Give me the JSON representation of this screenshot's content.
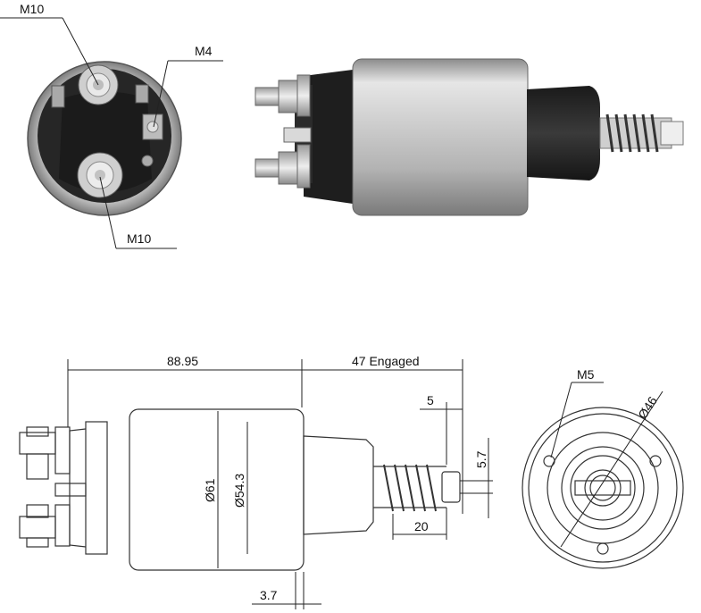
{
  "photo_labels": {
    "top_terminal": "M10",
    "small_terminal": "M4",
    "bottom_terminal": "M10"
  },
  "dimensions": {
    "overall_length": "88.95",
    "engaged_travel": "47 Engaged",
    "body_diameter": "Ø61",
    "inner_diameter": "Ø54.3",
    "plunger_step": "5",
    "plunger_diameter": "5.7",
    "spring_length": "20",
    "flange_thickness": "3.7"
  },
  "end_view": {
    "hole_label": "M5",
    "bolt_circle": "Ø46"
  },
  "colors": {
    "housing_dark": "#2a2a2a",
    "metal_light": "#d8d8d8",
    "metal_mid": "#a9a9a9",
    "line": "#222222"
  }
}
